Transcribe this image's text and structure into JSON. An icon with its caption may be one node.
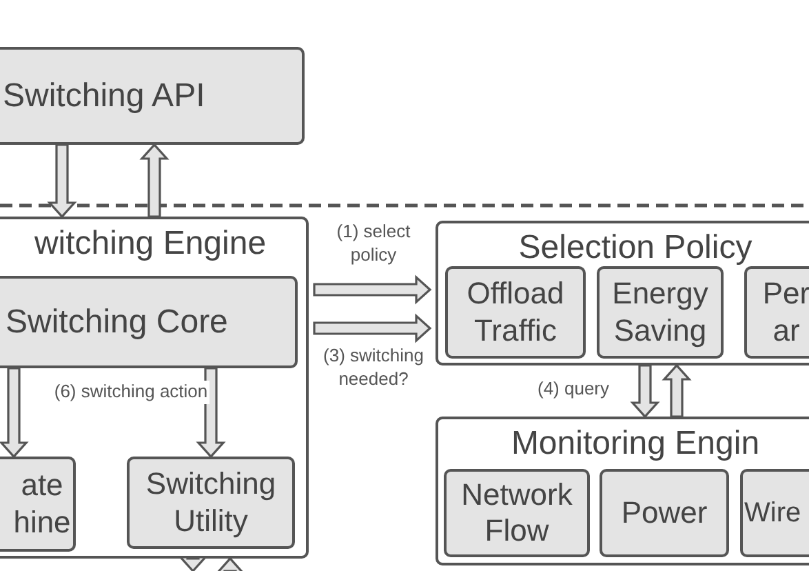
{
  "diagram": {
    "nodes": [
      {
        "text": [
          "Switching API"
        ]
      },
      {
        "text": [
          "witching Engine"
        ]
      },
      {
        "text": [
          "Switching Core"
        ],
        "in": 1
      },
      {
        "text": [
          "ate hine"
        ],
        "in": 1
      },
      {
        "text": [
          "Switching Utility"
        ],
        "in": 1
      },
      {
        "text": [
          "Selection Policy"
        ]
      },
      {
        "text": [
          "Offload Traffic"
        ],
        "in": 5
      },
      {
        "text": [
          "Energy Saving"
        ],
        "in": 5
      },
      {
        "text": [
          "Per ar"
        ],
        "in": 5
      },
      {
        "text": [
          "Monitoring Engin"
        ]
      },
      {
        "text": [
          "Network Flow"
        ],
        "in": 9
      },
      {
        "text": [
          "Power"
        ],
        "in": 9
      },
      {
        "text": [
          "Wire"
        ],
        "in": 9
      }
    ],
    "edges": [
      {
        "from": 0,
        "to": 1,
        "arrow": "to"
      },
      {
        "from": 1,
        "to": 0,
        "arrow": "to"
      },
      {
        "from": 1,
        "to": 5,
        "label": "(1) select policy",
        "arrow": "to"
      },
      {
        "from": 1,
        "to": 5,
        "label": "(3) switching needed?",
        "arrow": "to"
      },
      {
        "from": 5,
        "to": 9,
        "label": "(4) query",
        "arrow": "to"
      },
      {
        "from": 9,
        "to": 5,
        "arrow": "to"
      },
      {
        "from": 2,
        "to": 3,
        "arrow": "to"
      },
      {
        "from": 2,
        "to": 4,
        "label": "(6) switching action",
        "arrow": "to"
      },
      {
        "from": 1,
        "to": null,
        "arrow": "to"
      },
      {
        "from": null,
        "to": 1,
        "arrow": "to"
      }
    ]
  }
}
